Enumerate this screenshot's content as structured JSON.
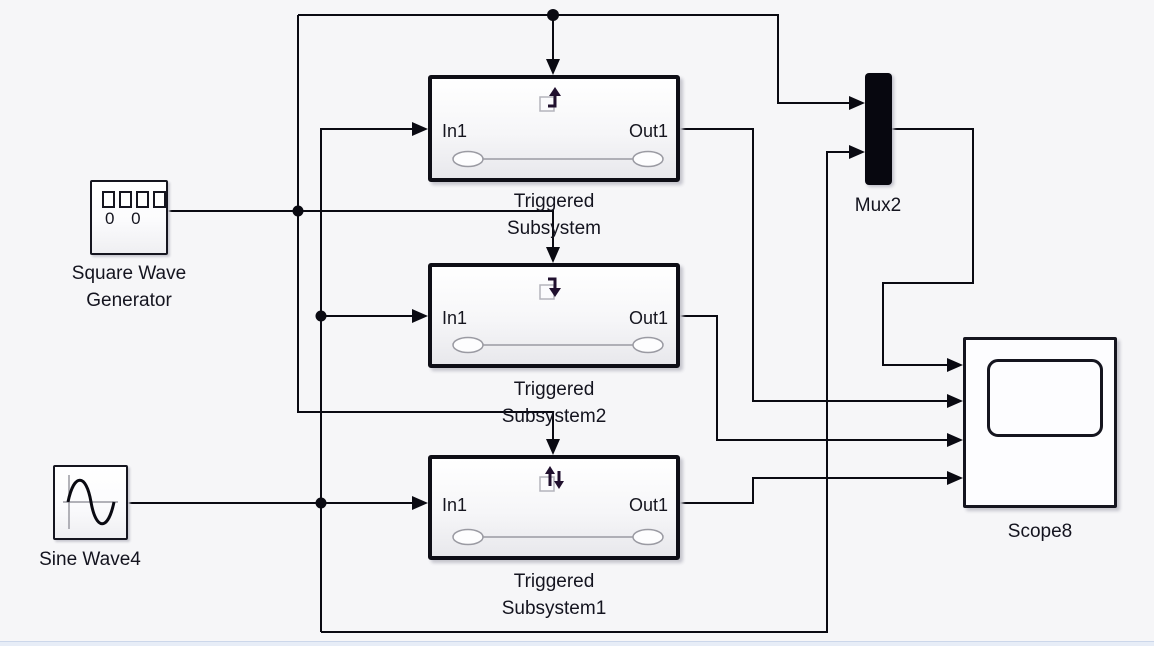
{
  "canvas": {
    "background": "#f6f6f8",
    "wire_color": "#0a0a12",
    "text_color": "#16161f"
  },
  "blocks": {
    "square_wave_generator": {
      "name_line1": "Square Wave",
      "name_line2": "Generator",
      "icon_zeros": "0 0"
    },
    "sine_wave": {
      "name": "Sine Wave4"
    },
    "subsystems": [
      {
        "name_line1": "Triggered",
        "name_line2": "Subsystem",
        "in_port": "In1",
        "out_port": "Out1",
        "trigger_type": "rising-edge"
      },
      {
        "name_line1": "Triggered",
        "name_line2": "Subsystem2",
        "in_port": "In1",
        "out_port": "Out1",
        "trigger_type": "falling-edge"
      },
      {
        "name_line1": "Triggered",
        "name_line2": "Subsystem1",
        "in_port": "In1",
        "out_port": "Out1",
        "trigger_type": "either-edge"
      }
    ],
    "mux": {
      "name": "Mux2"
    },
    "scope": {
      "name": "Scope8"
    }
  }
}
